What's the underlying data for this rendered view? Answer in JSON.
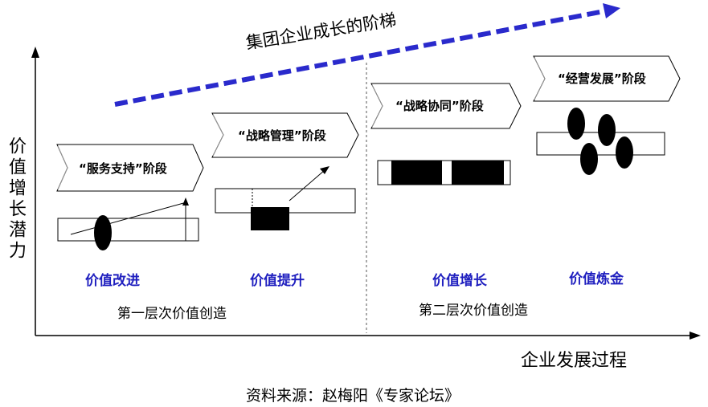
{
  "trend_label": "集团企业成长的阶梯",
  "y_axis_label": "价值增长潜力",
  "x_axis_label": "企业发展过程",
  "source": "资料来源：赵梅阳《专家论坛》",
  "stages": [
    {
      "label": "“服务支持”阶段",
      "value": "价值改进"
    },
    {
      "label": "“战略管理”阶段",
      "value": "价值提升"
    },
    {
      "label": "“战略协同”阶段",
      "value": "价值增长"
    },
    {
      "label": "“经营发展”阶段",
      "value": "价值炼金"
    }
  ],
  "levels": [
    "第一层次价值创造",
    "第二层次价值创造"
  ],
  "colors": {
    "accent_blue": "#1f1fbf",
    "trend_arrow": "#2a2acc",
    "black": "#000000"
  }
}
